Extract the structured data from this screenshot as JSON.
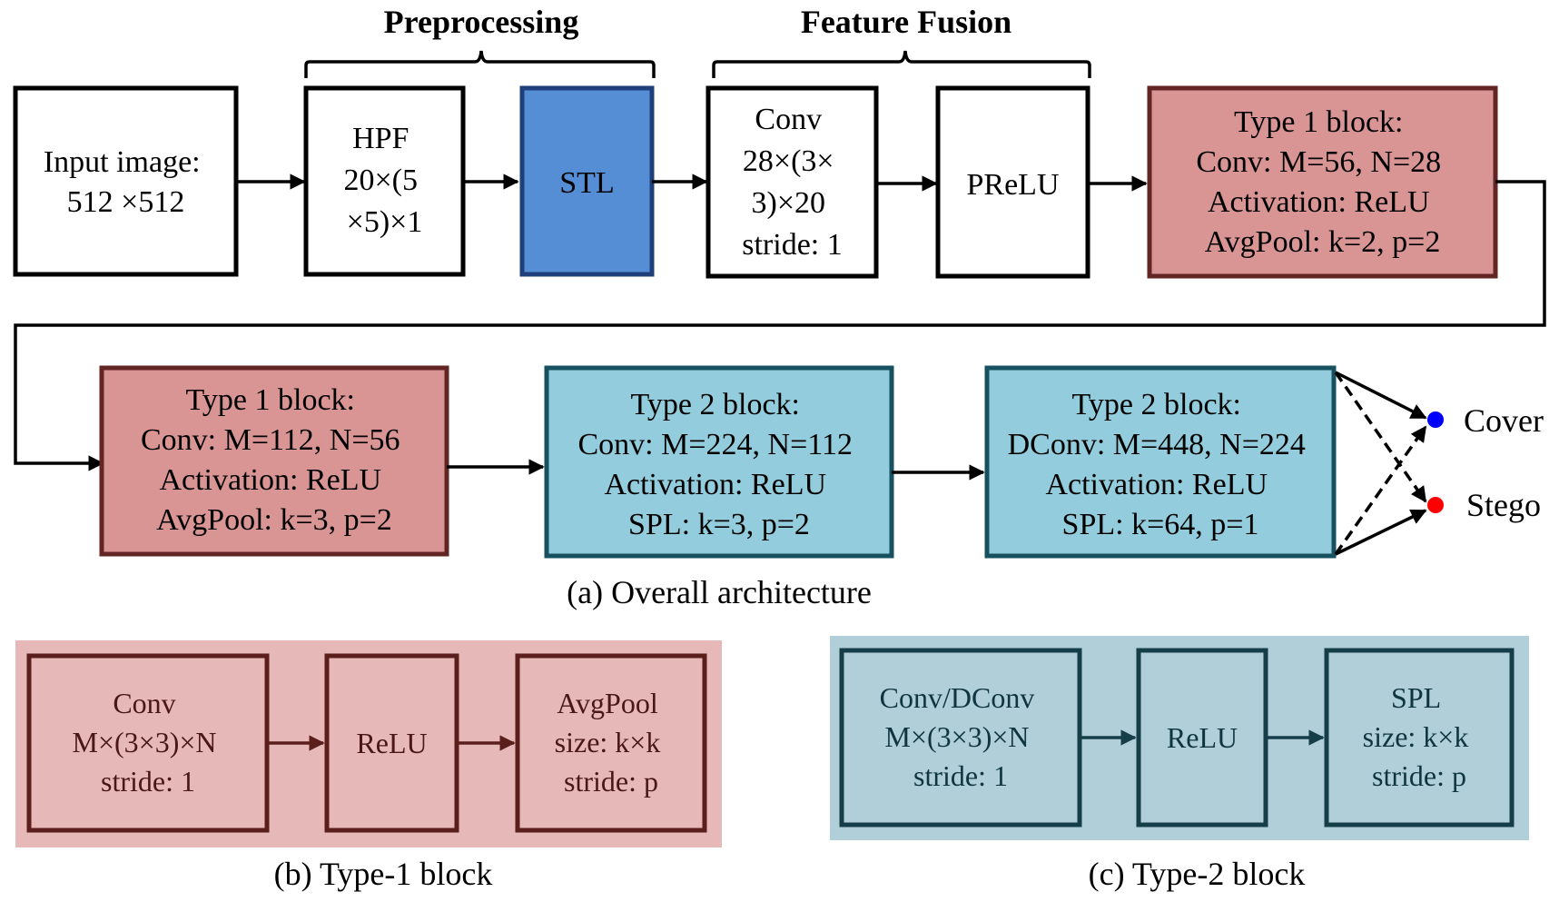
{
  "headings": {
    "preprocessing": "Preprocessing",
    "feature_fusion": "Feature Fusion"
  },
  "overall": {
    "input": [
      "Input image:",
      "512 ×512"
    ],
    "hpf": [
      "HPF",
      "20×(5",
      "×5)×1"
    ],
    "stl": [
      "STL"
    ],
    "conv": [
      "Conv",
      "28×(3×",
      "3)×20",
      "stride: 1"
    ],
    "prelu": [
      "PReLU"
    ],
    "type1a": [
      "Type 1 block:",
      "Conv: M=56, N=28",
      "Activation: ReLU",
      "AvgPool: k=2, p=2"
    ],
    "type1b": [
      "Type 1 block:",
      "Conv: M=112, N=56",
      "Activation: ReLU",
      "AvgPool: k=3, p=2"
    ],
    "type2a": [
      "Type 2 block:",
      "Conv: M=224, N=112",
      "Activation: ReLU",
      "SPL: k=3, p=2"
    ],
    "type2b": [
      "Type 2 block:",
      "DConv: M=448, N=224",
      "Activation: ReLU",
      "SPL: k=64, p=1"
    ],
    "outputs": {
      "cover": "Cover",
      "stego": "Stego",
      "cover_color": "#0000ff",
      "stego_color": "#ff0000"
    }
  },
  "type1_block": {
    "conv": [
      "Conv",
      "M×(3×3)×N",
      "stride: 1"
    ],
    "relu": [
      "ReLU"
    ],
    "pool": [
      "AvgPool",
      "size: k×k",
      "stride: p"
    ]
  },
  "type2_block": {
    "conv": [
      "Conv/DConv",
      "M×(3×3)×N",
      "stride: 1"
    ],
    "relu": [
      "ReLU"
    ],
    "pool": [
      "SPL",
      "size: k×k",
      "stride: p"
    ]
  },
  "captions": {
    "a": "(a) Overall architecture",
    "b": "(b) Type-1 block",
    "c": "(c) Type-2 block"
  },
  "colors": {
    "stl": "#558ed5",
    "type1": "#d99594",
    "type2": "#93cddd",
    "type1_panel": "#e6b9b8",
    "type2_panel": "#b0cfd9"
  }
}
